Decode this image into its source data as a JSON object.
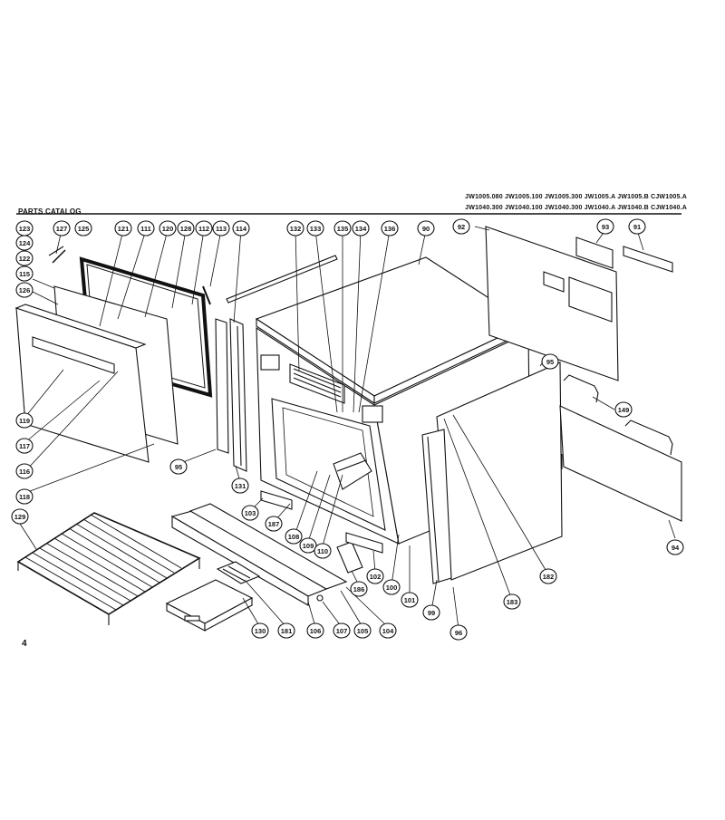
{
  "header": {
    "catalog_label": "PARTS CATALOG",
    "models_line1": "JW1005.080 JW1005.100 JW1005.300 JW1005.A JW1005.B CJW1005.A",
    "models_line2": "JW1040.300 JW1040.100 JW1040.300 JW1040.A JW1040.B CJW1040.A"
  },
  "page_number": "4",
  "callouts": [
    "123",
    "127",
    "125",
    "124",
    "122",
    "115",
    "126",
    "119",
    "117",
    "116",
    "118",
    "121",
    "111",
    "120",
    "128",
    "112",
    "113",
    "114",
    "95",
    "131",
    "132",
    "133",
    "135",
    "134",
    "136",
    "90",
    "92",
    "93",
    "91",
    "95",
    "149",
    "94",
    "129",
    "103",
    "187",
    "108",
    "109",
    "110",
    "186",
    "102",
    "100",
    "101",
    "99",
    "182",
    "183",
    "96",
    "130",
    "181",
    "106",
    "107",
    "105",
    "104"
  ],
  "colors": {
    "ink": "#111111",
    "paper": "#ffffff"
  }
}
